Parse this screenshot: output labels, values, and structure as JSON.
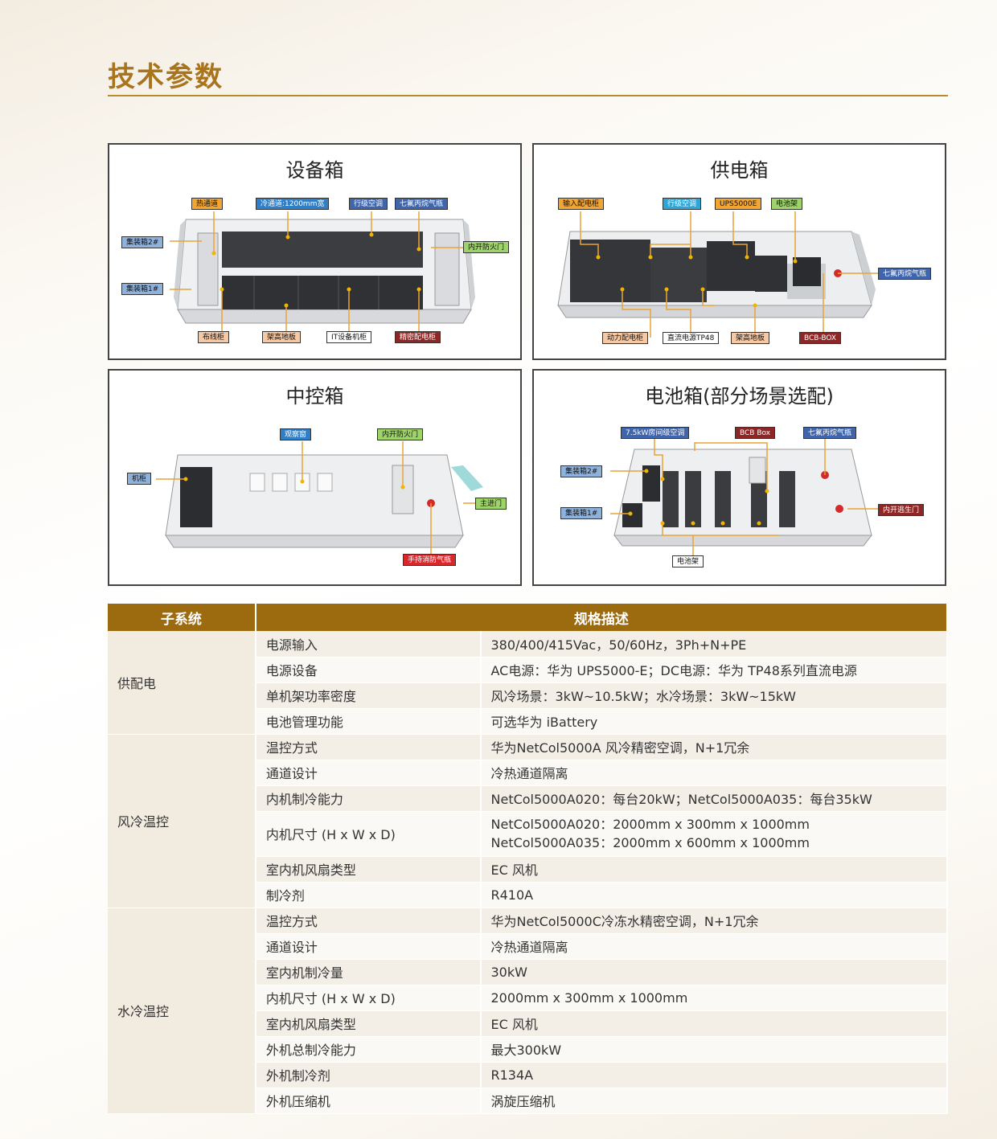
{
  "page": {
    "title": "技术参数"
  },
  "panels": {
    "equipment": {
      "title": "设备箱",
      "labels": {
        "hot_aisle": "热通道",
        "cold_aisle": "冷通道:1200mm宽",
        "row_ac": "行级空调",
        "fm200": "七氟丙烷气瓶",
        "box2": "集装箱2#",
        "box1": "集装箱1#",
        "fire_door": "内开防火门",
        "cable_cabinet": "布线柜",
        "raised_floor": "架高地板",
        "it_cabinet": "IT设备机柜",
        "pdu": "精密配电柜"
      }
    },
    "power": {
      "title": "供电箱",
      "labels": {
        "input_cabinet": "输入配电柜",
        "row_ac": "行级空调",
        "ups": "UPS5000E",
        "battery_rack": "电池架",
        "fm200": "七氟丙烷气瓶",
        "power_cabinet": "动力配电柜",
        "dc_power": "直流电源TP48",
        "raised_floor": "架高地板",
        "bcb": "BCB-BOX"
      }
    },
    "control": {
      "title": "中控箱",
      "labels": {
        "window": "观察窗",
        "fire_door": "内开防火门",
        "cabinet": "机柜",
        "main_door": "主进门",
        "extinguisher": "手持消防气瓶"
      }
    },
    "battery": {
      "title": "电池箱(部分场景选配)",
      "labels": {
        "room_ac": "7.5kW房间级空调",
        "bcb": "BCB Box",
        "fm200": "七氟丙烷气瓶",
        "box2": "集装箱2#",
        "box1": "集装箱1#",
        "exit_door": "内开逃生门",
        "battery_rack": "电池架"
      }
    }
  },
  "table": {
    "headers": {
      "subsystem": "子系统",
      "spec": "规格描述"
    },
    "groups": {
      "power": "供配电",
      "air": "风冷温控",
      "water": "水冷温控"
    },
    "rows": [
      {
        "item": "电源输入",
        "desc": "380/400/415Vac，50/60Hz，3Ph+N+PE"
      },
      {
        "item": "电源设备",
        "desc": "AC电源：华为 UPS5000-E；DC电源：华为 TP48系列直流电源"
      },
      {
        "item": "单机架功率密度",
        "desc": "风冷场景：3kW~10.5kW；水冷场景：3kW~15kW"
      },
      {
        "item": "电池管理功能",
        "desc": "可选华为 iBattery"
      },
      {
        "item": "温控方式",
        "desc": "华为NetCol5000A 风冷精密空调，N+1冗余"
      },
      {
        "item": "通道设计",
        "desc": "冷热通道隔离"
      },
      {
        "item": "内机制冷能力",
        "desc": "NetCol5000A020：每台20kW；NetCol5000A035：每台35kW"
      },
      {
        "item": "内机尺寸 (H x W x D)",
        "desc": "NetCol5000A020：2000mm x 300mm x 1000mm",
        "desc2": "NetCol5000A035：2000mm x 600mm x 1000mm"
      },
      {
        "item": "室内机风扇类型",
        "desc": "EC 风机"
      },
      {
        "item": "制冷剂",
        "desc": "R410A"
      },
      {
        "item": "温控方式",
        "desc": "华为NetCol5000C冷冻水精密空调，N+1冗余"
      },
      {
        "item": "通道设计",
        "desc": "冷热通道隔离"
      },
      {
        "item": "室内机制冷量",
        "desc": "30kW"
      },
      {
        "item": "内机尺寸 (H x W x D)",
        "desc": "2000mm x 300mm x 1000mm"
      },
      {
        "item": "室内机风扇类型",
        "desc": "EC 风机"
      },
      {
        "item": "外机总制冷能力",
        "desc": "最大300kW"
      },
      {
        "item": "外机制冷剂",
        "desc": "R134A"
      },
      {
        "item": "外机压缩机",
        "desc": "涡旋压缩机"
      }
    ]
  }
}
